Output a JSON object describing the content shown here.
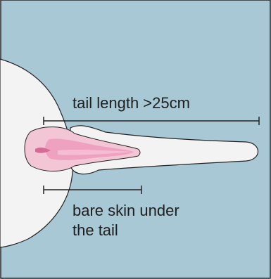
{
  "diagram": {
    "tail_length_label": "tail length >25cm",
    "bare_skin_label_line1": "bare skin under",
    "bare_skin_label_line2": "the tail"
  },
  "colors": {
    "background_panel": "#a8c8d6",
    "body_fill": "#f3f3f3",
    "outline": "#222222",
    "anal_region_outer": "#f3c6d6",
    "anal_region_inner": "#eea2c0",
    "anal_region_center": "#d56c98"
  }
}
